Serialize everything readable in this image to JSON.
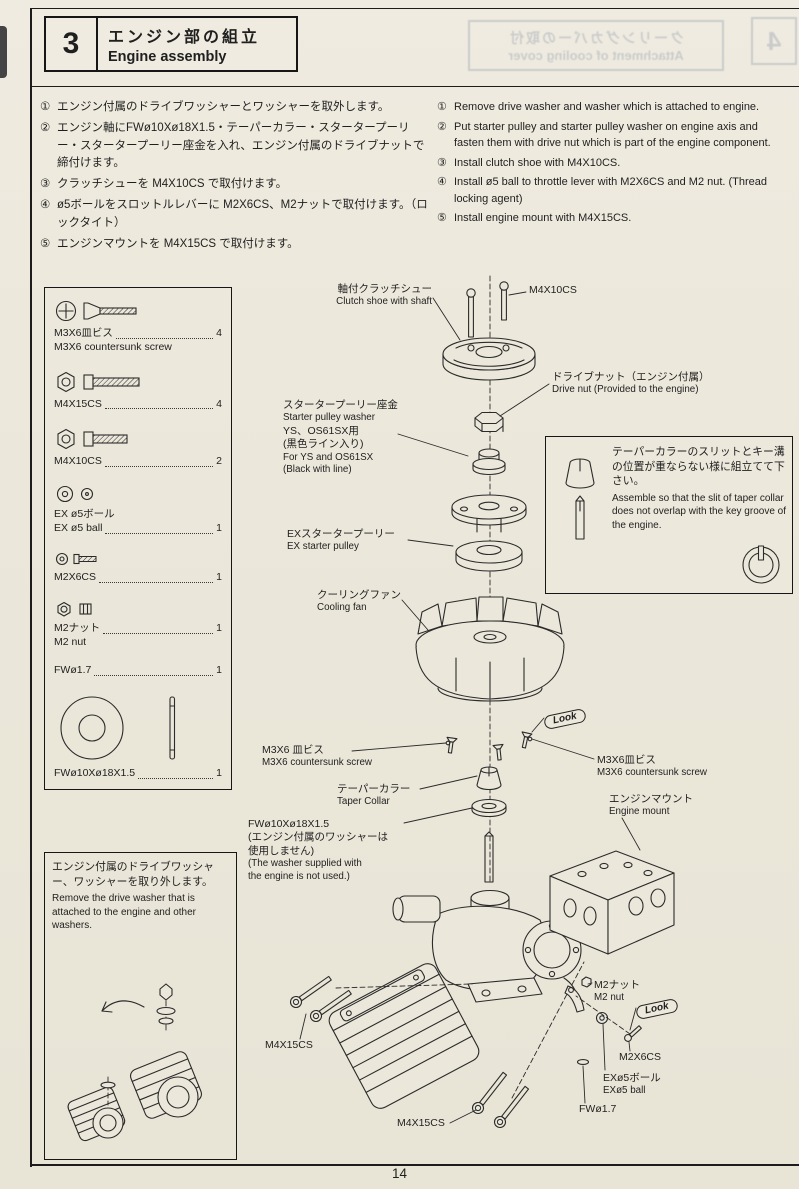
{
  "page": {
    "number": "14"
  },
  "header": {
    "step_number": "3",
    "title_jp": "エンジン部の組立",
    "title_en": "Engine assembly"
  },
  "bleedthrough": {
    "title_jp": "クーリングカバーの取付",
    "title_en": "Attachment of cooling cover",
    "corner_number": "4"
  },
  "instructions": {
    "jp": [
      {
        "num": "①",
        "text": "エンジン付属のドライブワッシャーとワッシャーを取外します。"
      },
      {
        "num": "②",
        "text": "エンジン軸にFWø10Xø18X1.5・テーパーカラー・スタータープーリー・スタータープーリー座金を入れ、エンジン付属のドライブナットで締付けます。"
      },
      {
        "num": "③",
        "text": "クラッチシューを M4X10CS で取付けます。"
      },
      {
        "num": "④",
        "text": "ø5ボールをスロットルレバーに M2X6CS、M2ナットで取付けます。（ロックタイト）"
      },
      {
        "num": "⑤",
        "text": "エンジンマウントを M4X15CS で取付けます。"
      }
    ],
    "en": [
      {
        "num": "①",
        "text": "Remove drive washer and washer which is attached to engine."
      },
      {
        "num": "②",
        "text": "Put starter pulley and starter pulley washer on engine axis and fasten them with drive nut which is part of the engine component."
      },
      {
        "num": "③",
        "text": "Install clutch shoe with M4X10CS."
      },
      {
        "num": "④",
        "text": "Install ø5 ball to throttle lever with M2X6CS and M2 nut. (Thread locking agent)"
      },
      {
        "num": "⑤",
        "text": "Install engine mount with M4X15CS."
      }
    ]
  },
  "parts_list": {
    "items": [
      {
        "icon": "countersunk-screw-icon",
        "l1": "M3X6皿ビス",
        "l2": "M3X6 countersunk screw",
        "qty": "4"
      },
      {
        "icon": "hex-cap-screw-icon",
        "l1": "M4X15CS",
        "qty": "4"
      },
      {
        "icon": "hex-cap-screw-icon",
        "l1": "M4X10CS",
        "qty": "2"
      },
      {
        "icon": "ball-icon",
        "l1": "EX ø5ボール",
        "l2": "EX ø5 ball",
        "qty": "1"
      },
      {
        "icon": "small-cap-screw-icon",
        "l1": "M2X6CS",
        "qty": "1"
      },
      {
        "icon": "nut-icon",
        "l1": "M2ナット",
        "l2": "M2 nut",
        "qty": "1"
      },
      {
        "icon": "washer-icon",
        "l1": "FWø1.7",
        "qty": "1"
      },
      {
        "icon": "large-washer-icon",
        "l1": "FWø10Xø18X1.5",
        "qty": "1"
      }
    ]
  },
  "diagram": {
    "labels": {
      "clutch_shoe_jp": "軸付クラッチシュー",
      "clutch_shoe_en": "Clutch shoe with shaft",
      "m4x10cs": "M4X10CS",
      "drive_nut_jp": "ドライブナット（エンジン付属）",
      "drive_nut_en": "Drive nut (Provided to the engine)",
      "pulley_washer_l1": "スタータープーリー座金",
      "pulley_washer_l2": "Starter pulley washer",
      "pulley_washer_l3": "YS、OS61SX用",
      "pulley_washer_l4": "(黒色ライン入り)",
      "pulley_washer_l5": "For YS and OS61SX",
      "pulley_washer_l6": "(Black with line)",
      "ex_pulley_jp": "EXスタータープーリー",
      "ex_pulley_en": "EX starter pulley",
      "cooling_fan_jp": "クーリングファン",
      "cooling_fan_en": "Cooling fan",
      "m3x6_left_jp": "M3X6 皿ビス",
      "m3x6_left_en": "M3X6 countersunk screw",
      "m3x6_right_jp": "M3X6皿ビス",
      "m3x6_right_en": "M3X6 countersunk screw",
      "taper_collar_jp": "テーパーカラー",
      "taper_collar_en": "Taper Collar",
      "fw10_l1": "FWø10Xø18X1.5",
      "fw10_l2": "(エンジン付属のワッシャーは",
      "fw10_l3": "使用しません)",
      "fw10_l4": "(The washer supplied with",
      "fw10_l5": "the engine is not used.)",
      "engine_mount_jp": "エンジンマウント",
      "engine_mount_en": "Engine mount",
      "m2_nut_jp": "M2ナット",
      "m2_nut_en": "M2 nut",
      "m2x6cs": "M2X6CS",
      "ex_ball_jp": "EXø5ボール",
      "ex_ball_en": "EXø5 ball",
      "fw17": "FWø1.7",
      "m4x15cs_left": "M4X15CS",
      "m4x15cs_bottom": "M4X15CS",
      "look": "Look"
    }
  },
  "note_box": {
    "jp": "テーパーカラーのスリットとキー溝の位置が重ならない様に組立てて下さい。",
    "en": "Assemble so that the slit of taper collar does not overlap with the key groove of the engine."
  },
  "remove_box": {
    "jp": "エンジン付属のドライブワッシャー、ワッシャーを取り外します。",
    "en": "Remove the drive washer that is attached to the engine and other washers."
  },
  "colors": {
    "paper": "#ebe7da",
    "ink": "#1f1f1f",
    "bleed": "#7e8aa0"
  }
}
